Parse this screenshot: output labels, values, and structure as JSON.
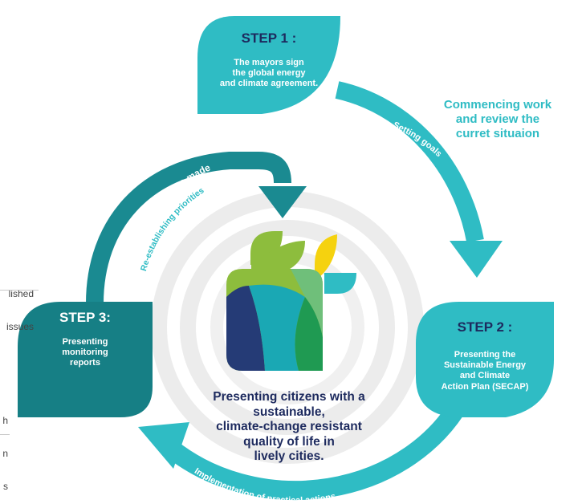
{
  "colors": {
    "teal": "#2fbcc4",
    "dark_teal": "#1a8a91",
    "deep_teal": "#167f85",
    "navy": "#1d2a5e",
    "ring": "#e9e9e9"
  },
  "step1": {
    "title": "STEP 1 :",
    "lines": [
      "The mayors sign",
      "the global energy",
      "and climate agreement."
    ]
  },
  "step2": {
    "title": "STEP 2 :",
    "lines": [
      "Presenting the",
      "Sustainable Energy",
      "and Climate",
      "Action Plan (SECAP)"
    ]
  },
  "step3": {
    "title": "STEP 3:",
    "lines": [
      "Presenting",
      "monitoring",
      "reports"
    ]
  },
  "commencing": [
    "Commencing work",
    "and review the",
    "curret situaion"
  ],
  "arrows": {
    "setting_goals": "Setting goals",
    "implementation": "Implementation of practical actions",
    "reviewing": "Reviewing the progress made",
    "re_establishing": "Re-establishing priorities"
  },
  "center_text": [
    "Presenting citizens with a",
    "sustainable,",
    "climate-change resistant",
    "quality of life in",
    "lively cities."
  ],
  "left_partial_top": [
    "lished",
    "issues"
  ],
  "left_partial_bottom": [
    "h",
    "n",
    "s"
  ],
  "logo_name": "leaf-logo-icon"
}
